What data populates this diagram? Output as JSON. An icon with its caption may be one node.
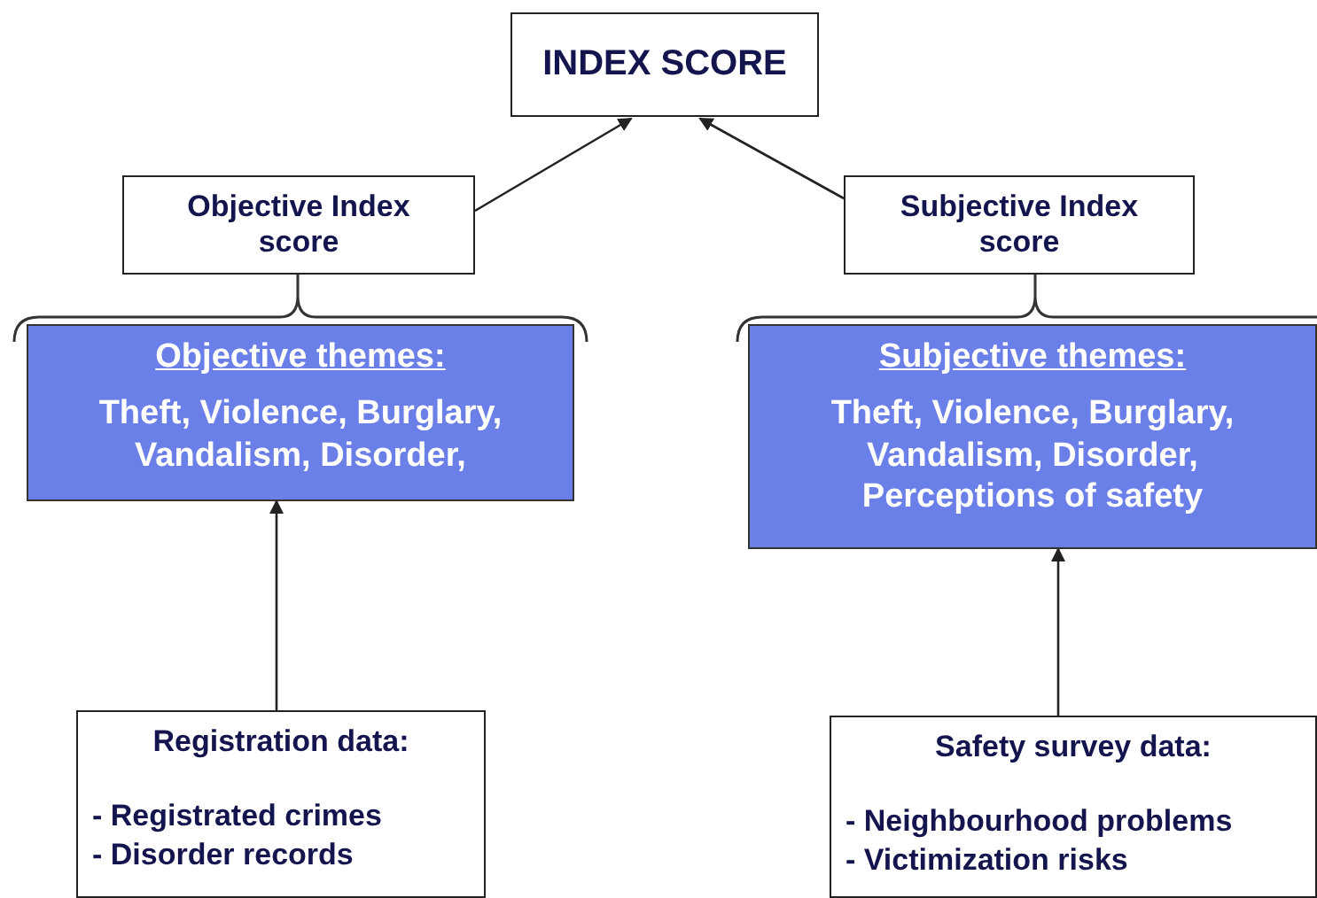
{
  "diagram": {
    "nodes": [
      {
        "text": [
          "INDEX SCORE"
        ]
      },
      {
        "text": [
          "Objective Index score"
        ]
      },
      {
        "text": [
          "Subjective Index score"
        ]
      },
      {
        "text": [
          "Objective themes:",
          "Theft, Violence, Burglary, Vandalism, Disorder,"
        ]
      },
      {
        "text": [
          "Subjective themes:",
          "Theft, Violence, Burglary, Vandalism, Disorder, Perceptions of safety"
        ]
      },
      {
        "text": [
          "Registration data:",
          "- Registrated crimes",
          "- Disorder records"
        ]
      },
      {
        "text": [
          "Safety survey data:",
          "- Neighbourhood problems",
          "- Victimization risks"
        ]
      }
    ],
    "edges": [
      {
        "from": 1,
        "to": 0,
        "arrow": "to"
      },
      {
        "from": 2,
        "to": 0,
        "arrow": "to"
      },
      {
        "from": 5,
        "to": 3,
        "arrow": "to"
      },
      {
        "from": 6,
        "to": 4,
        "arrow": "to"
      }
    ]
  }
}
